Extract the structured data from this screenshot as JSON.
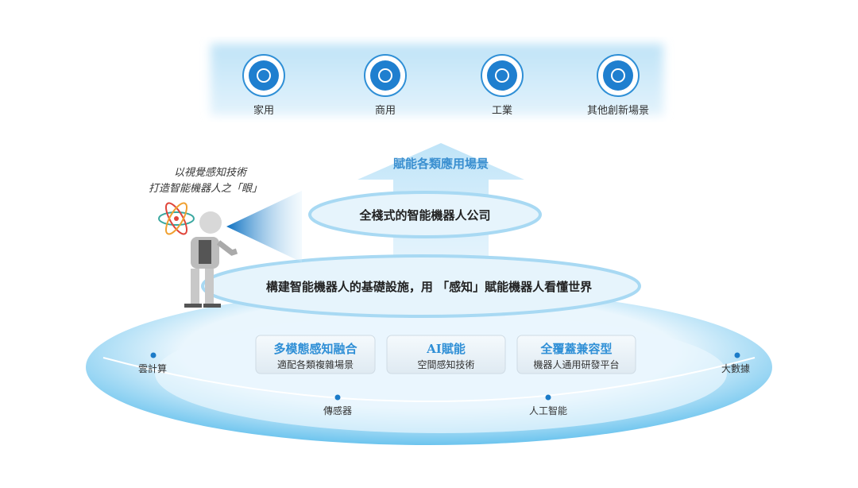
{
  "scenarios": [
    {
      "label": "家用",
      "icon": "family-icon"
    },
    {
      "label": "商用",
      "icon": "location-dollar-icon"
    },
    {
      "label": "工業",
      "icon": "factory-icon"
    },
    {
      "label": "其他創新場景",
      "icon": "network-search-icon"
    }
  ],
  "arrow_title": "賦能各類應用場景",
  "vision_caption": [
    "以視覺感知技術",
    "打造智能機器人之「眼」"
  ],
  "level1": "全棧式的智能機器人公司",
  "level2": "構建智能機器人的基礎設施，用 「感知」賦能機器人看懂世界",
  "pillars": [
    {
      "title": "多模態感知融合",
      "subtitle": "適配各類複雜場景"
    },
    {
      "title": "AI賦能",
      "subtitle": "空間感知技術"
    },
    {
      "title": "全覆蓋兼容型",
      "subtitle": "機器人通用研發平台"
    }
  ],
  "foundations": {
    "cloud": "雲計算",
    "bigdata": "大數據",
    "sensor": "傳感器",
    "ai": "人工智能"
  },
  "colors": {
    "accent": "#2f8fd6",
    "title_blue": "#3a8fd0",
    "ring": "#7ccbf0"
  }
}
